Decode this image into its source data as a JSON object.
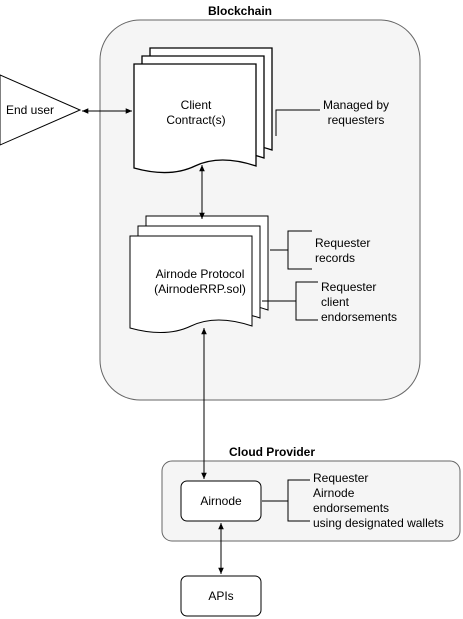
{
  "blockchain": {
    "title": "Blockchain"
  },
  "end_user": {
    "label": "End user"
  },
  "client_contracts": {
    "line1": "Client",
    "line2": "Contract(s)"
  },
  "managed_note": {
    "line1": "Managed by",
    "line2": "requesters"
  },
  "airnode_protocol": {
    "line1": "Airnode Protocol",
    "line2": "(AirnodeRRP.sol)"
  },
  "requester_records": {
    "line1": "Requester",
    "line2": "records"
  },
  "client_endorsements": {
    "line1": "Requester",
    "line2": "client",
    "line3": "endorsements"
  },
  "cloud_provider": {
    "title": "Cloud Provider"
  },
  "airnode": {
    "label": "Airnode"
  },
  "airnode_endorsements": {
    "line1": "Requester",
    "line2": "Airnode",
    "line3": "endorsements",
    "line4": "using designated wallets"
  },
  "apis": {
    "label": "APIs"
  },
  "colors": {
    "container_fill": "#f5f5f5",
    "container_stroke": "#666666",
    "stroke": "#000000"
  }
}
